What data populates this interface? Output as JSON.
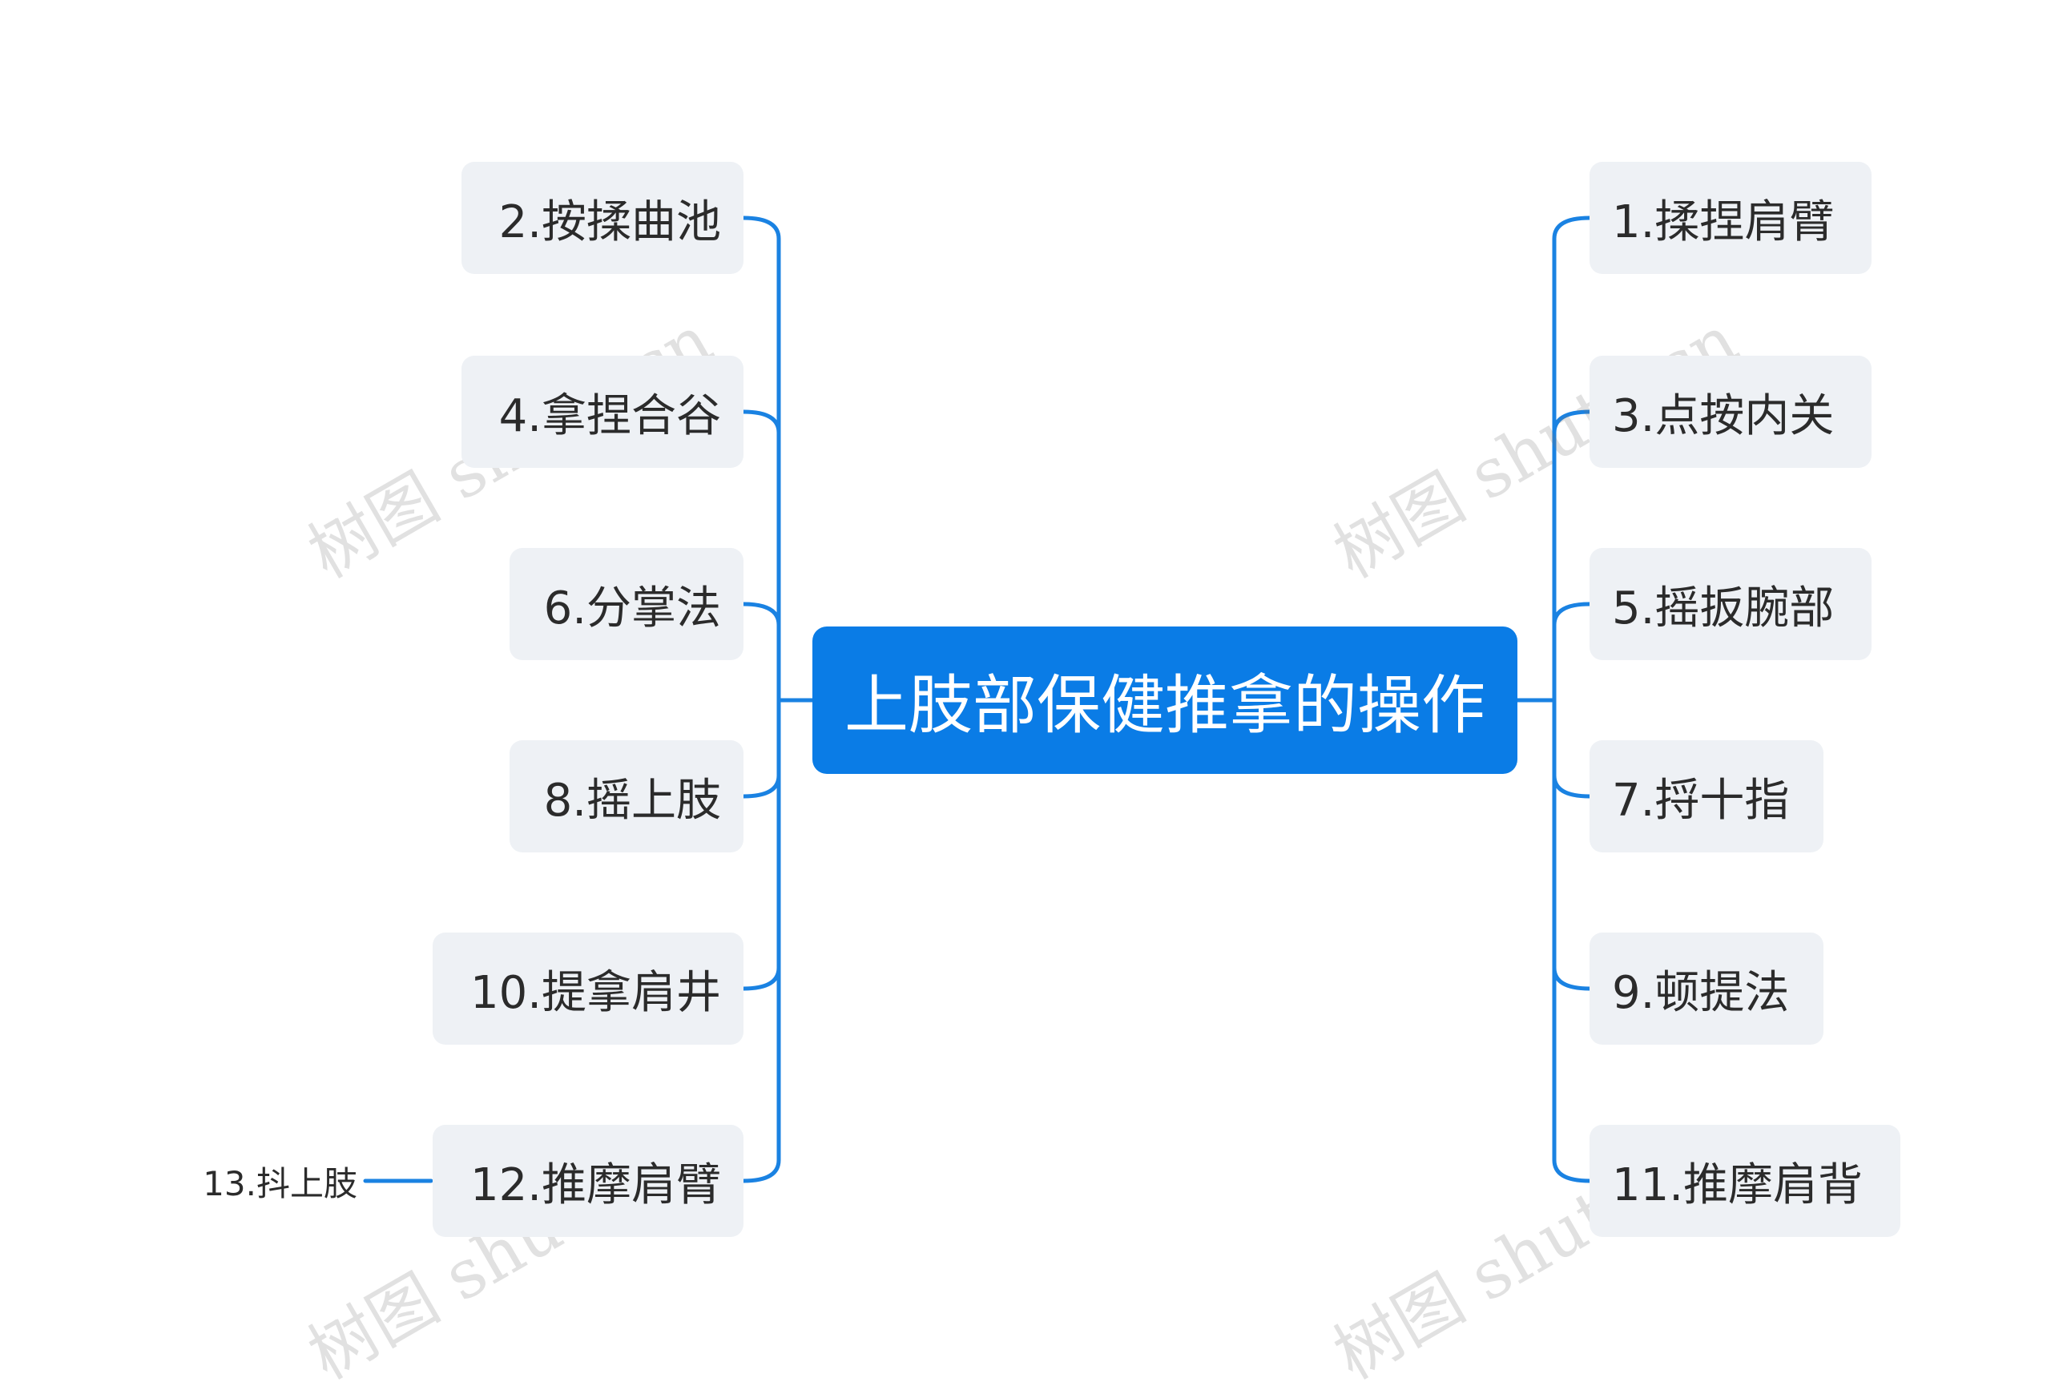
{
  "root": {
    "label": "上肢部保健推拿的操作"
  },
  "left_branches": [
    {
      "label": "2.按揉曲池"
    },
    {
      "label": "4.拿捏合谷"
    },
    {
      "label": "6.分掌法"
    },
    {
      "label": "8.摇上肢"
    },
    {
      "label": "10.提拿肩井"
    },
    {
      "label": "12.推摩肩臂"
    }
  ],
  "right_branches": [
    {
      "label": "1.揉捏肩臂"
    },
    {
      "label": "3.点按内关"
    },
    {
      "label": "5.摇扳腕部"
    },
    {
      "label": "7.捋十指"
    },
    {
      "label": "9.顿提法"
    },
    {
      "label": "11.推摩肩背"
    }
  ],
  "leaf": {
    "label": "13.抖上肢",
    "parent": "12.推摩肩臂"
  },
  "watermark": {
    "text": "树图 shutu.cn"
  },
  "colors": {
    "accent": "#0a7ce6",
    "node_bg": "#eef1f5",
    "line": "#1a82e2"
  }
}
